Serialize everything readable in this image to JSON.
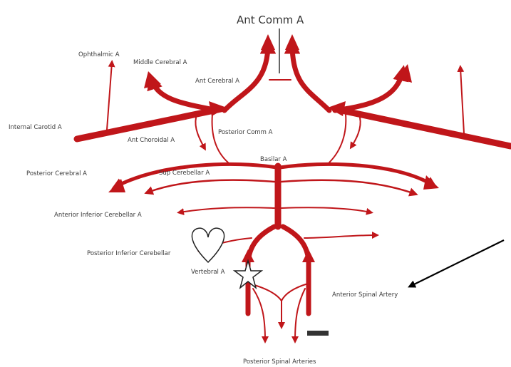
{
  "labels": {
    "ant_comm": "Ant Comm A",
    "ophthalmic": "Ophthalmic A",
    "middle_cerebral": "Middle Cerebral A",
    "ant_cerebral": "Ant Cerebral A",
    "internal_carotid": "Internal Carotid A",
    "posterior_comm": "Posterior Comm A",
    "ant_choroidal": "Ant Choroidal A",
    "basilar": "Basilar A",
    "posterior_cerebral": "Posterior Cerebral A",
    "sup_cerebellar": "Sup Cerebellar A",
    "aica": "Anterior Inferior Cerebellar A",
    "pica": "Posterior Inferior Cerebellar",
    "vertebral": "Vertebral A",
    "anterior_spinal": "Anterior Spinal Artery",
    "posterior_spinal": "Posterior Spinal Arteries"
  },
  "colors": {
    "artery": "#c0161a",
    "text": "#3a3a3a",
    "pointer": "#000000"
  },
  "markers": [
    "heart-outline",
    "star-outline",
    "black-arrow",
    "black-bar"
  ]
}
